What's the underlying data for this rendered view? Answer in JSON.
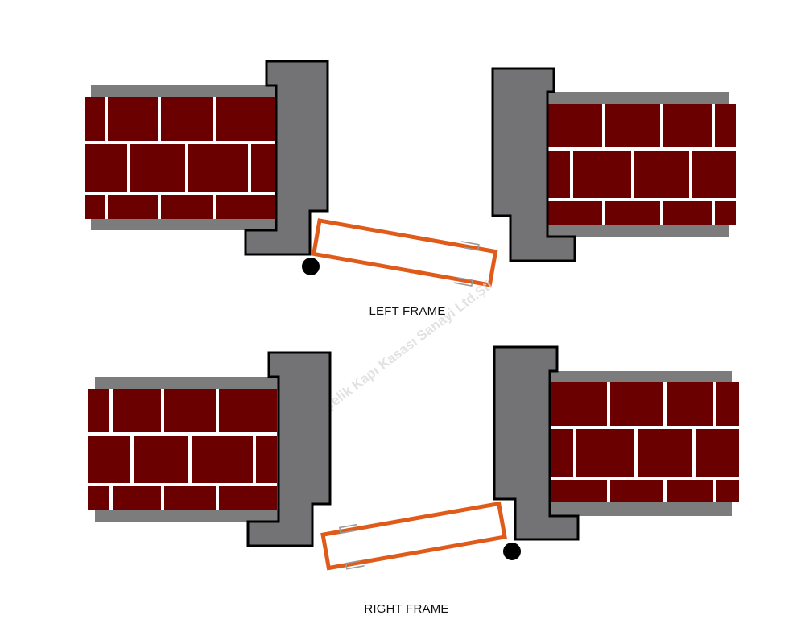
{
  "captions": {
    "left_frame": "LEFT FRAME",
    "right_frame": "RIGHT FRAME"
  },
  "watermark": "İsaş Çelik Kapı Kasası Sanayi Ltd.Şti",
  "colors": {
    "brick": "#6b0000",
    "mortar": "#ffffff",
    "wall_gray": "#7c7c7c",
    "frame_fill": "#737376",
    "frame_outline": "#000000",
    "door_edge": "#e05a1a",
    "door_fill": "#ffffff",
    "hinge": "#000000",
    "clip": "#9a9a9a"
  },
  "icons": {
    "hinge": "hinge-pivot-icon",
    "clip": "door-clip-icon"
  }
}
